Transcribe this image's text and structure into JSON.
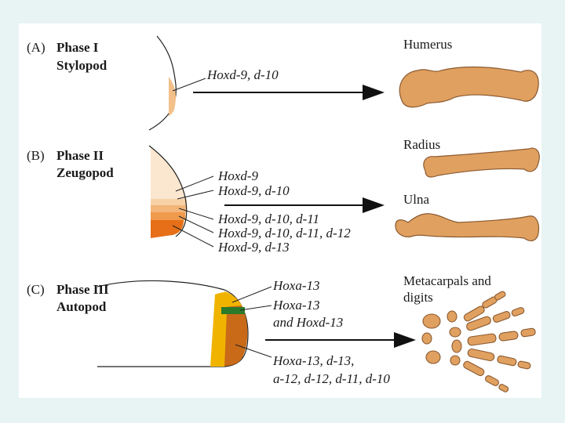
{
  "phases": [
    {
      "letter": "(A)",
      "title": "Phase I",
      "region": "Stylopod",
      "genes": [
        "Hoxd-9, d-10"
      ],
      "bones": [
        "Humerus"
      ]
    },
    {
      "letter": "(B)",
      "title": "Phase II",
      "region": "Zeugopod",
      "genes": [
        "Hoxd-9",
        "Hoxd-9, d-10",
        "Hoxd-9, d-10, d-11",
        "Hoxd-9, d-10, d-11, d-12",
        "Hoxd-9, d-13"
      ],
      "bones": [
        "Radius",
        "Ulna"
      ]
    },
    {
      "letter": "(C)",
      "title": "Phase III",
      "region": "Autopod",
      "genes": [
        "Hoxa-13",
        "Hoxa-13",
        "and Hoxd-13",
        "Hoxa-13, d-13,",
        "a-12, d-12, d-11, d-10"
      ],
      "bones": [
        "Metacarpals and",
        "digits"
      ]
    }
  ],
  "colors": {
    "background": "#e8f4f4",
    "bone_fill": "#e0a060",
    "bone_stroke": "#8a5a30",
    "stylopod_fill": "#f3c08a",
    "zeugopod_bands": [
      "#fbe6cf",
      "#f8d2a6",
      "#f4b57a",
      "#f09a4c",
      "#e66f18"
    ],
    "autopod_main": "#c86a18",
    "autopod_yellow": "#f0b400",
    "autopod_green": "#2a7a2a"
  }
}
